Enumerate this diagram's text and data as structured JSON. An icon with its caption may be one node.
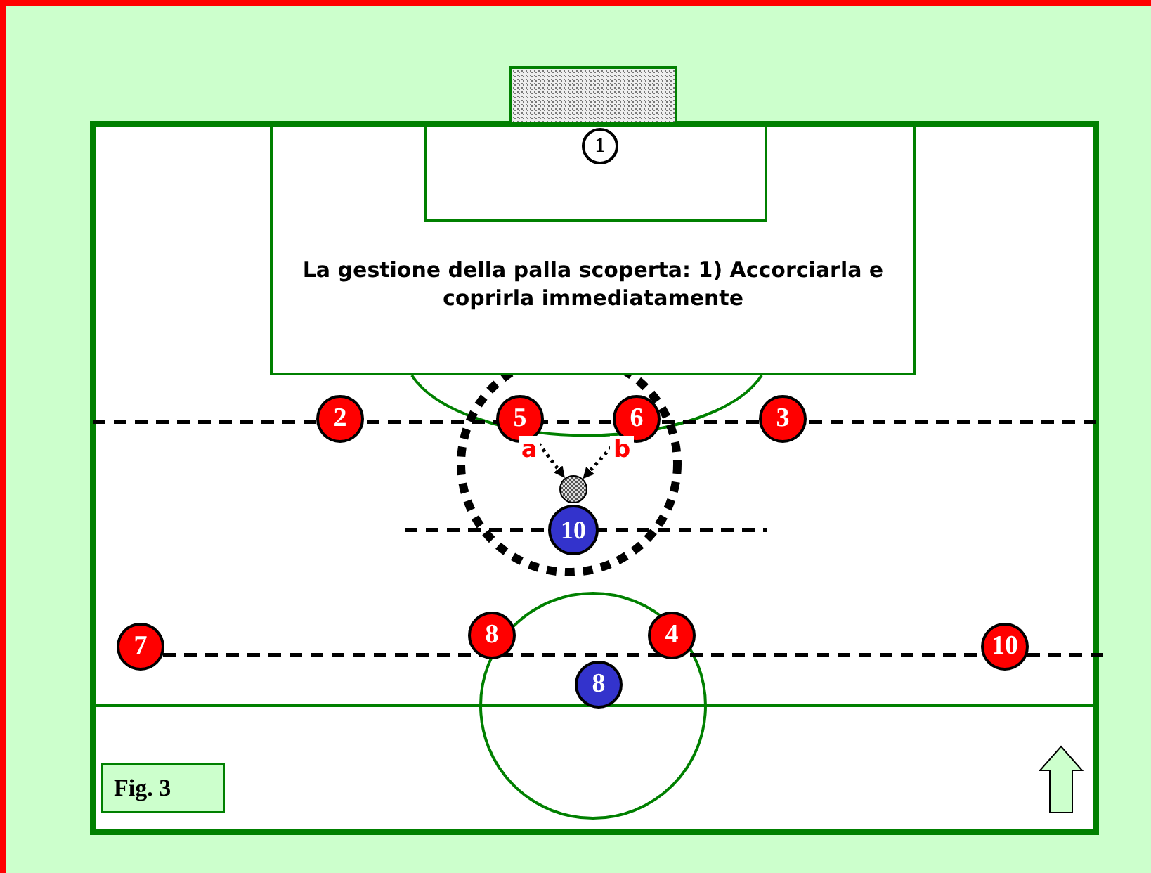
{
  "diagram": {
    "nodes": [
      {
        "text": [
          "La gestione della palla scoperta: 1) Accorciarla e coprirla immediatamente"
        ]
      },
      {
        "text": [
          "1"
        ],
        "in": 0
      },
      {
        "text": [
          "2"
        ]
      },
      {
        "text": [
          "5"
        ]
      },
      {
        "text": [
          "6"
        ]
      },
      {
        "text": [
          "3"
        ]
      },
      {
        "text": [],
        "shape": "circle"
      },
      {
        "text": [
          "10"
        ]
      },
      {
        "text": [
          "7"
        ]
      },
      {
        "text": [
          "8"
        ]
      },
      {
        "text": [
          "4"
        ]
      },
      {
        "text": [
          "10"
        ]
      },
      {
        "text": [
          "8"
        ]
      },
      {
        "text": [
          "Fig. 3"
        ]
      }
    ],
    "edges": [
      {
        "from": 3,
        "to": 6,
        "arrow": "to",
        "label": "a",
        "style": "dashed"
      },
      {
        "from": 4,
        "to": 6,
        "arrow": "to",
        "label": "b",
        "style": "dashed"
      }
    ]
  }
}
